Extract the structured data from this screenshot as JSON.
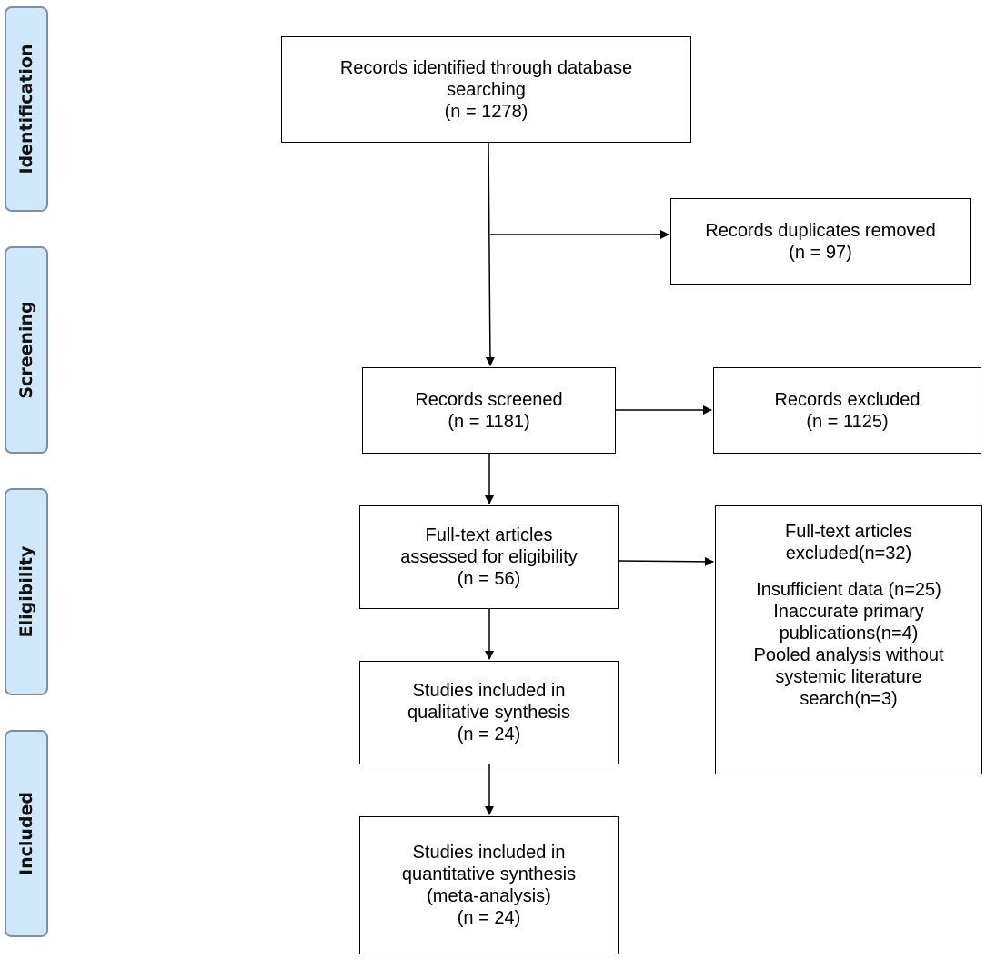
{
  "phases": [
    "Identification",
    "Screening",
    "Eligibility",
    "Included"
  ],
  "boxes": {
    "identified": {
      "lines": [
        "Records identified through database",
        "searching",
        "(n = 1278)"
      ]
    },
    "duplicates": {
      "lines": [
        "Records duplicates removed",
        "(n = 97)"
      ]
    },
    "screened": {
      "lines": [
        "Records screened",
        "(n = 1181)"
      ]
    },
    "excluded": {
      "lines": [
        "Records excluded",
        "(n = 1125)"
      ]
    },
    "fulltext": {
      "lines": [
        "Full-text articles",
        "assessed for eligibility",
        "(n = 56)"
      ]
    },
    "fulltext_excluded": {
      "heading": [
        "Full-text articles",
        "excluded(n=32)"
      ],
      "reasons": [
        "Insufficient data (n=25)",
        "Inaccurate primary",
        "publications(n=4)",
        "Pooled analysis without",
        "systemic literature",
        "search(n=3)"
      ]
    },
    "qualitative": {
      "lines": [
        "Studies included in",
        "qualitative synthesis",
        "(n = 24)"
      ]
    },
    "quantitative": {
      "lines": [
        "Studies included in",
        "quantitative synthesis",
        "(meta-analysis)",
        "(n = 24)"
      ]
    }
  },
  "colors": {
    "phase_fill": "#cfe7f7",
    "phase_border": "#7f8fa0",
    "line": "#000000"
  }
}
